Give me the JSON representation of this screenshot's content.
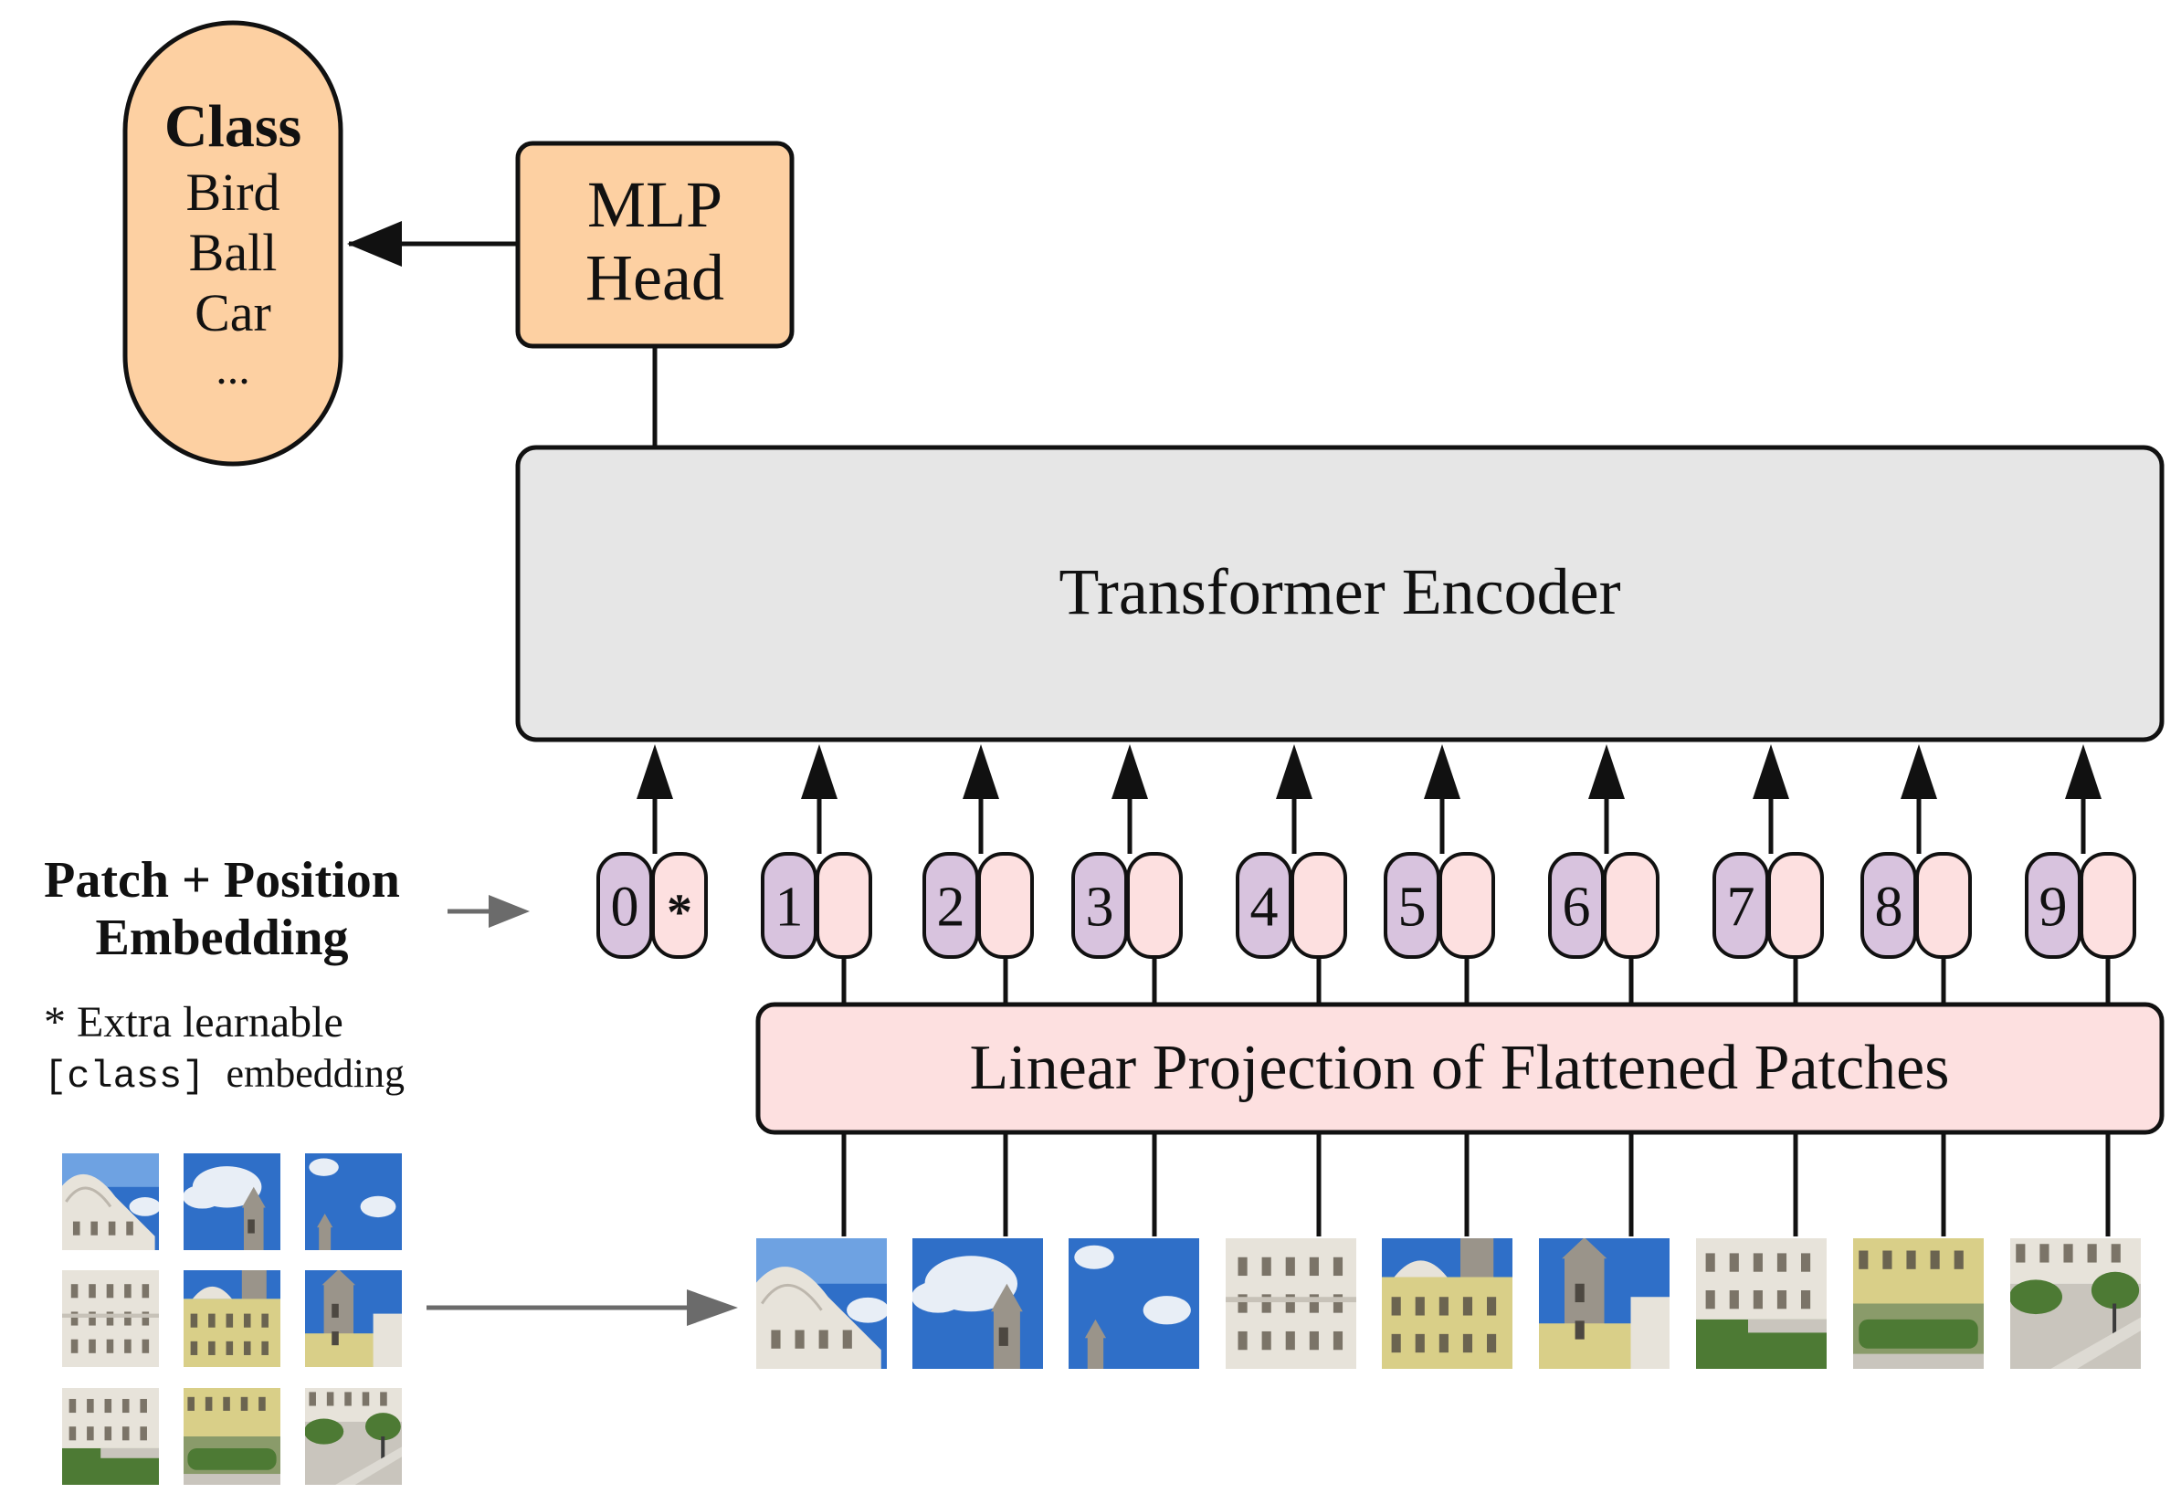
{
  "class_box": {
    "title": "Class",
    "items": [
      "Bird",
      "Ball",
      "Car",
      "..."
    ]
  },
  "mlp_head": {
    "line1": "MLP",
    "line2": "Head"
  },
  "transformer_encoder": {
    "label": "Transformer Encoder"
  },
  "embedding_label": {
    "line1": "Patch + Position",
    "line2": "Embedding"
  },
  "note": {
    "line1": "* Extra learnable",
    "code": "[class]",
    "rest": "embedding"
  },
  "tokens": {
    "positions": [
      "0",
      "1",
      "2",
      "3",
      "4",
      "5",
      "6",
      "7",
      "8",
      "9"
    ],
    "class_marker": "*"
  },
  "linear_projection": {
    "label": "Linear Projection of Flattened Patches"
  },
  "colors": {
    "orange": "#fdd0a2",
    "encoder_gray": "#e6e6e6",
    "pink": "#fde0e0",
    "purple": "#d8c3de",
    "stroke": "#111111",
    "gray_arrow": "#6b6b6b",
    "sky": "#2f6fc8",
    "sky_light": "#6ea2e2",
    "cloud": "#e8eef6",
    "building": "#e7e3da",
    "building_yellow": "#d9cf88",
    "tower": "#9a948a",
    "grass": "#4d7a34",
    "pavement": "#c9c5bd"
  },
  "patches": [
    {
      "kind": "dome",
      "desc": "building-dome-sky"
    },
    {
      "kind": "cloud-tower",
      "desc": "sky-clouds-tower"
    },
    {
      "kind": "sky-small-tower",
      "desc": "sky-small-tower"
    },
    {
      "kind": "facade-white",
      "desc": "white-facade"
    },
    {
      "kind": "facade-yellow",
      "desc": "yellow-facade"
    },
    {
      "kind": "tower-building",
      "desc": "tower-with-building"
    },
    {
      "kind": "garden-left",
      "desc": "garden-facade"
    },
    {
      "kind": "garden-mid",
      "desc": "garden-hedges"
    },
    {
      "kind": "garden-right",
      "desc": "garden-path"
    }
  ]
}
